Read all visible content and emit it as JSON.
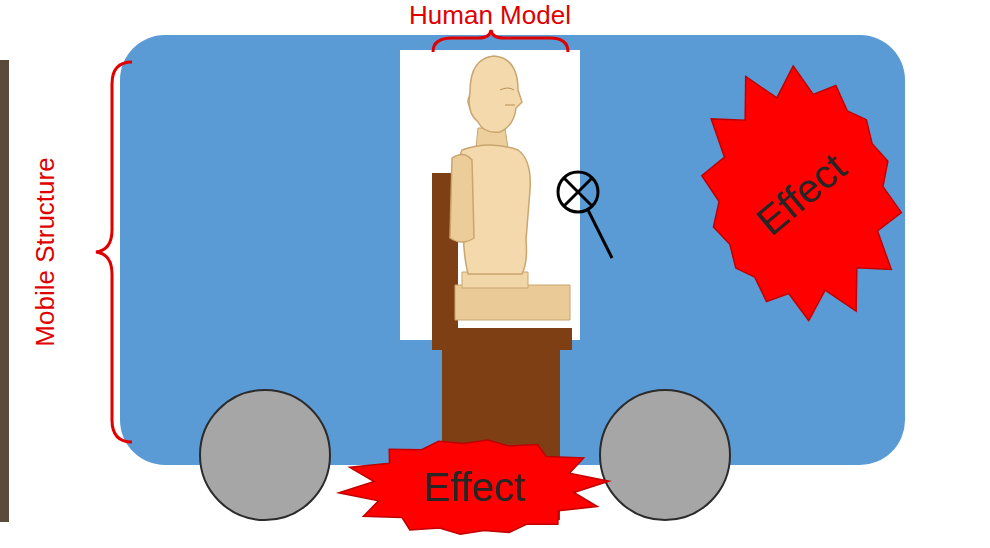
{
  "diagram": {
    "nodes": [
      {
        "text": [
          "Effect"
        ]
      },
      {
        "text": [
          "Effect"
        ]
      }
    ],
    "labels": [
      "Human Model",
      "Mobile Structure"
    ]
  }
}
